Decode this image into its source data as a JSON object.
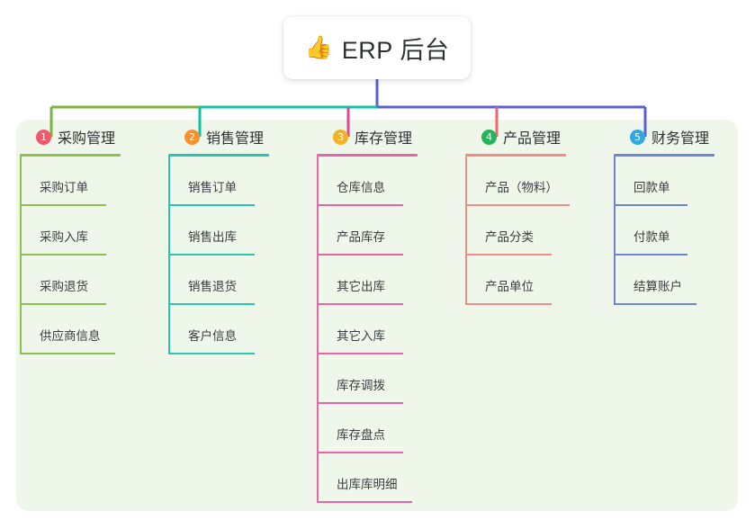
{
  "root": {
    "icon": "thumbs-up-icon",
    "icon_glyph": "👍",
    "title": "ERP 后台"
  },
  "panel": {
    "background_color": "#eef7e9"
  },
  "connector": {
    "segment_colors": [
      "#7cb342",
      "#12c2a6",
      "#5b5fd6"
    ],
    "drop_colors": [
      "#7cb342",
      "#12c2a6",
      "#e2469a",
      "#f5656a",
      "#5b5fd6"
    ]
  },
  "columns": [
    {
      "index": "1",
      "badge_color": "#f4566a",
      "accent": "#8cc152",
      "title": "采购管理",
      "rule_width": 112,
      "items": [
        {
          "label": "采购订单",
          "underline_width": 94
        },
        {
          "label": "采购入库",
          "underline_width": 94
        },
        {
          "label": "采购退货",
          "underline_width": 94
        },
        {
          "label": "供应商信息",
          "underline_width": 104
        }
      ]
    },
    {
      "index": "2",
      "badge_color": "#f5922d",
      "accent": "#2bc4b4",
      "title": "销售管理",
      "rule_width": 112,
      "items": [
        {
          "label": "销售订单",
          "underline_width": 94
        },
        {
          "label": "销售出库",
          "underline_width": 94
        },
        {
          "label": "销售退货",
          "underline_width": 94
        },
        {
          "label": "客户信息",
          "underline_width": 94
        }
      ]
    },
    {
      "index": "3",
      "badge_color": "#f4b223",
      "accent": "#e864a6",
      "title": "库存管理",
      "rule_width": 112,
      "items": [
        {
          "label": "仓库信息",
          "underline_width": 94
        },
        {
          "label": "产品库存",
          "underline_width": 94
        },
        {
          "label": "其它出库",
          "underline_width": 94
        },
        {
          "label": "其它入库",
          "underline_width": 94
        },
        {
          "label": "库存调拨",
          "underline_width": 94
        },
        {
          "label": "库存盘点",
          "underline_width": 94
        },
        {
          "label": "出库库明细",
          "underline_width": 104
        }
      ]
    },
    {
      "index": "4",
      "badge_color": "#26b35c",
      "accent": "#f58b85",
      "title": "产品管理",
      "rule_width": 112,
      "items": [
        {
          "label": "产品（物料）",
          "underline_width": 114
        },
        {
          "label": "产品分类",
          "underline_width": 94
        },
        {
          "label": "产品单位",
          "underline_width": 94
        }
      ]
    },
    {
      "index": "5",
      "badge_color": "#30a8e0",
      "accent": "#6b86d6",
      "title": "财务管理",
      "rule_width": 112,
      "items": [
        {
          "label": "回款单",
          "underline_width": 80
        },
        {
          "label": "付款单",
          "underline_width": 80
        },
        {
          "label": "结算账户",
          "underline_width": 90
        }
      ]
    }
  ]
}
